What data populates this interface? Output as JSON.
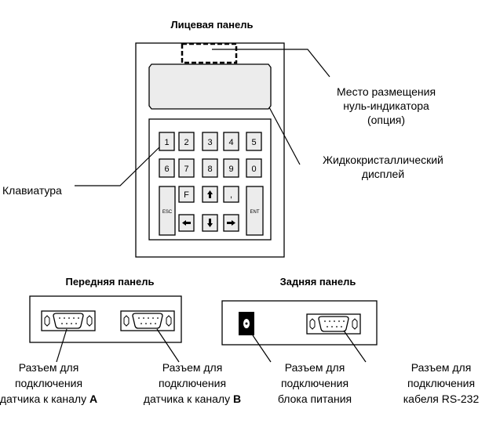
{
  "front_face": {
    "title": "Лицевая панель",
    "null_indicator_label": [
      "Место размещения",
      "нуль-индикатора",
      "(опция)"
    ],
    "lcd_label": [
      "Жидкокристаллический",
      "дисплей"
    ],
    "keyboard_label": "Клавиатура",
    "keys_row1": [
      "1",
      "2",
      "3",
      "4",
      "5"
    ],
    "keys_row2": [
      "6",
      "7",
      "8",
      "9",
      "0"
    ],
    "key_esc": "ESC",
    "key_f": "F",
    "key_comma": ",",
    "key_ent": "ENT"
  },
  "front_panel": {
    "title": "Передняя панель",
    "connector_a_label": [
      "Разъем  для",
      "подключения",
      "датчика к каналу ",
      "A"
    ],
    "connector_b_label": [
      "Разъем  для",
      "подключения",
      "датчика к каналу ",
      "B"
    ]
  },
  "rear_panel": {
    "title": "Задняя панель",
    "power_label": [
      "Разъем для",
      "подключения",
      "блока питания"
    ],
    "rs232_label": [
      "Разъем для",
      "подключения",
      "кабеля RS-232"
    ]
  }
}
